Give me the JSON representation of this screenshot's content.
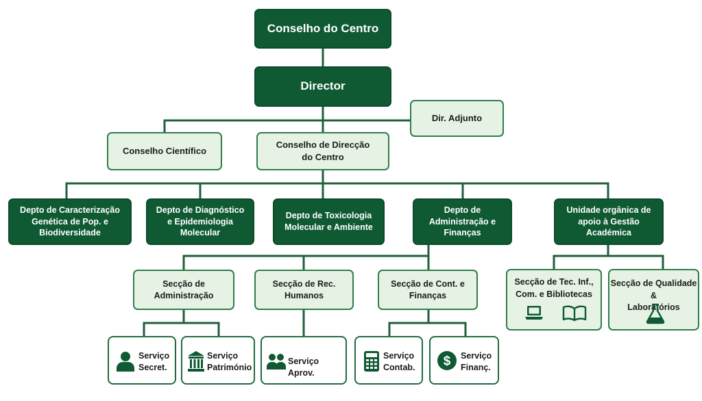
{
  "nodes": {
    "conselho_centro": "Conselho do Centro",
    "director": "Director",
    "dir_adjunto": "Dir. Adjunto",
    "conselho_cientifico": "Conselho Científico",
    "conselho_direccao": "Conselho de Direcção\ndo Centro",
    "depto_caracterizacao": "Depto de Caracterização\nGenética de Pop. e\nBiodiversidade",
    "depto_diagnostico": "Depto de Diagnóstico\ne Epidemiologia\nMolecular",
    "depto_toxicologia": "Depto de Toxicologia\nMolecular e Ambiente",
    "depto_administracao": "Depto de\nAdministração e\nFinanças",
    "unidade_organica": "Unidade orgânica de\napoio à Gestão\nAcadémica",
    "seccao_administracao": "Secção de\nAdministração",
    "seccao_rec_humanos": "Secção de Rec.\nHumanos",
    "seccao_cont_financas": "Secção de Cont. e\nFinanças",
    "seccao_tec_inf": "Secção de Tec. Inf.,\nCom. e Bibliotecas",
    "seccao_qualidade": "Secção de Qualidade &\nLaboratórios",
    "servico_secret": "Serviço\nSecret.",
    "servico_patrimonio": "Serviço\nPatrimónio",
    "servico_aprov": "Serviço Aprov.",
    "servico_contab": "Serviço\nContab.",
    "servico_financ": "Serviço\nFinanç."
  },
  "colors": {
    "dark_green": "#0f5a33",
    "light_green": "#e6f3e4",
    "border_green": "#2e7d4a",
    "line": "#1f5f39"
  },
  "icons": {
    "servico_secret": "person-icon",
    "servico_patrimonio": "building-icon",
    "servico_aprov": "group-icon",
    "servico_contab": "calculator-icon",
    "servico_financ": "dollar-icon",
    "seccao_tec_inf_a": "laptop-icon",
    "seccao_tec_inf_b": "book-icon",
    "seccao_qualidade": "flask-icon"
  }
}
